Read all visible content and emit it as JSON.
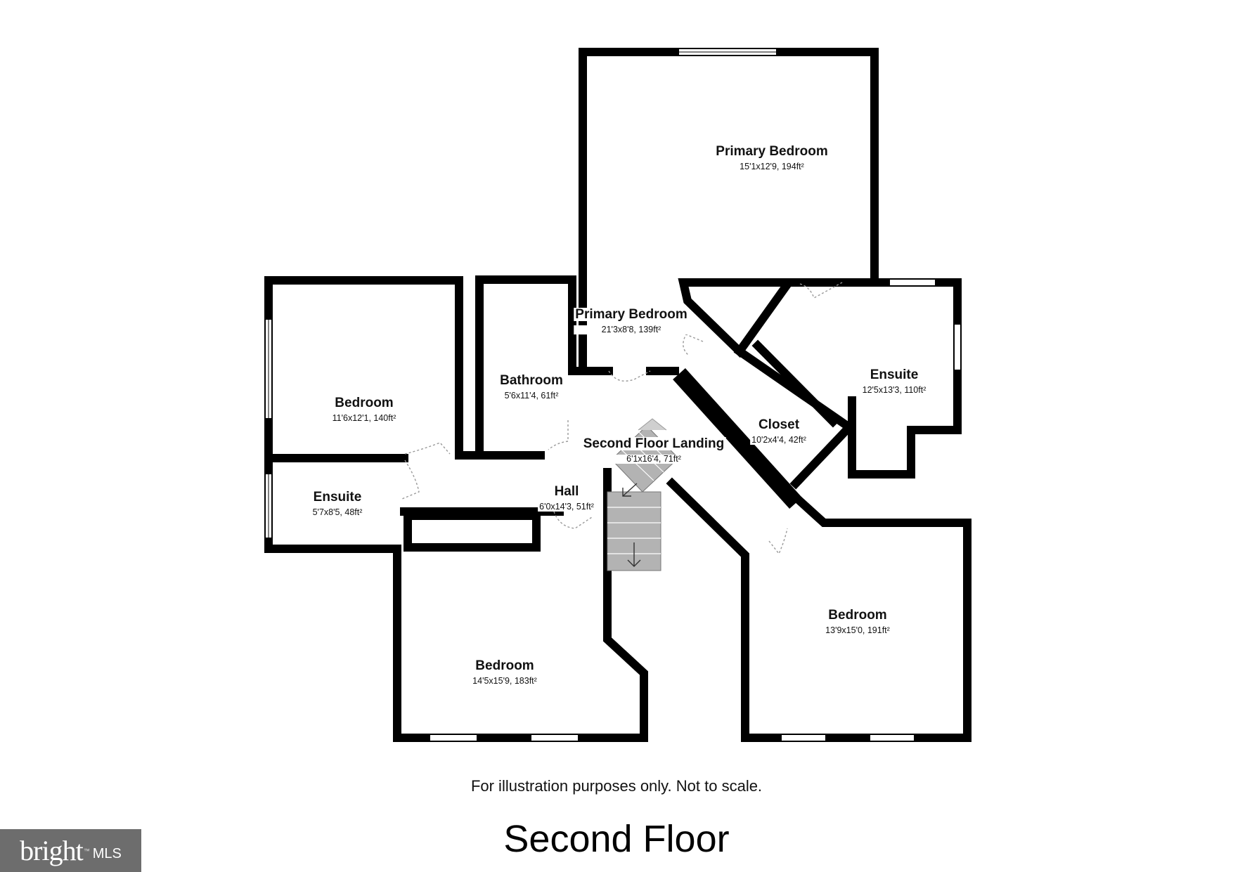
{
  "rooms": {
    "primary_bedroom_main": {
      "name": "Primary Bedroom",
      "dims": "15'1x12'9, 194ft²"
    },
    "primary_bedroom_annex": {
      "name": "Primary Bedroom",
      "dims": "21'3x8'8, 139ft²"
    },
    "ensuite_primary": {
      "name": "Ensuite",
      "dims": "12'5x13'3, 110ft²"
    },
    "closet": {
      "name": "Closet",
      "dims": "10'2x4'4, 42ft²"
    },
    "bedroom_west": {
      "name": "Bedroom",
      "dims": "11'6x12'1, 140ft²"
    },
    "bathroom": {
      "name": "Bathroom",
      "dims": "5'6x11'4, 61ft²"
    },
    "second_floor_landing": {
      "name": "Second Floor Landing",
      "dims": "6'1x16'4, 71ft²"
    },
    "ensuite_west": {
      "name": "Ensuite",
      "dims": "5'7x8'5, 48ft²"
    },
    "hall": {
      "name": "Hall",
      "dims": "6'0x14'3, 51ft²"
    },
    "bedroom_south": {
      "name": "Bedroom",
      "dims": "14'5x15'9, 183ft²"
    },
    "bedroom_east": {
      "name": "Bedroom",
      "dims": "13'9x15'0, 191ft²"
    }
  },
  "footer": {
    "disclaimer": "For illustration purposes only. Not to scale.",
    "floor_title": "Second Floor"
  },
  "logo": {
    "word": "bright",
    "suffix": "MLS",
    "color": "#6d6d6d"
  },
  "icons": {
    "stairs_direction": "arrow-down-icon"
  },
  "colors": {
    "wall": "#000000",
    "stair": "#b3b3b3",
    "door": "#999999",
    "window": "#ffffff"
  }
}
